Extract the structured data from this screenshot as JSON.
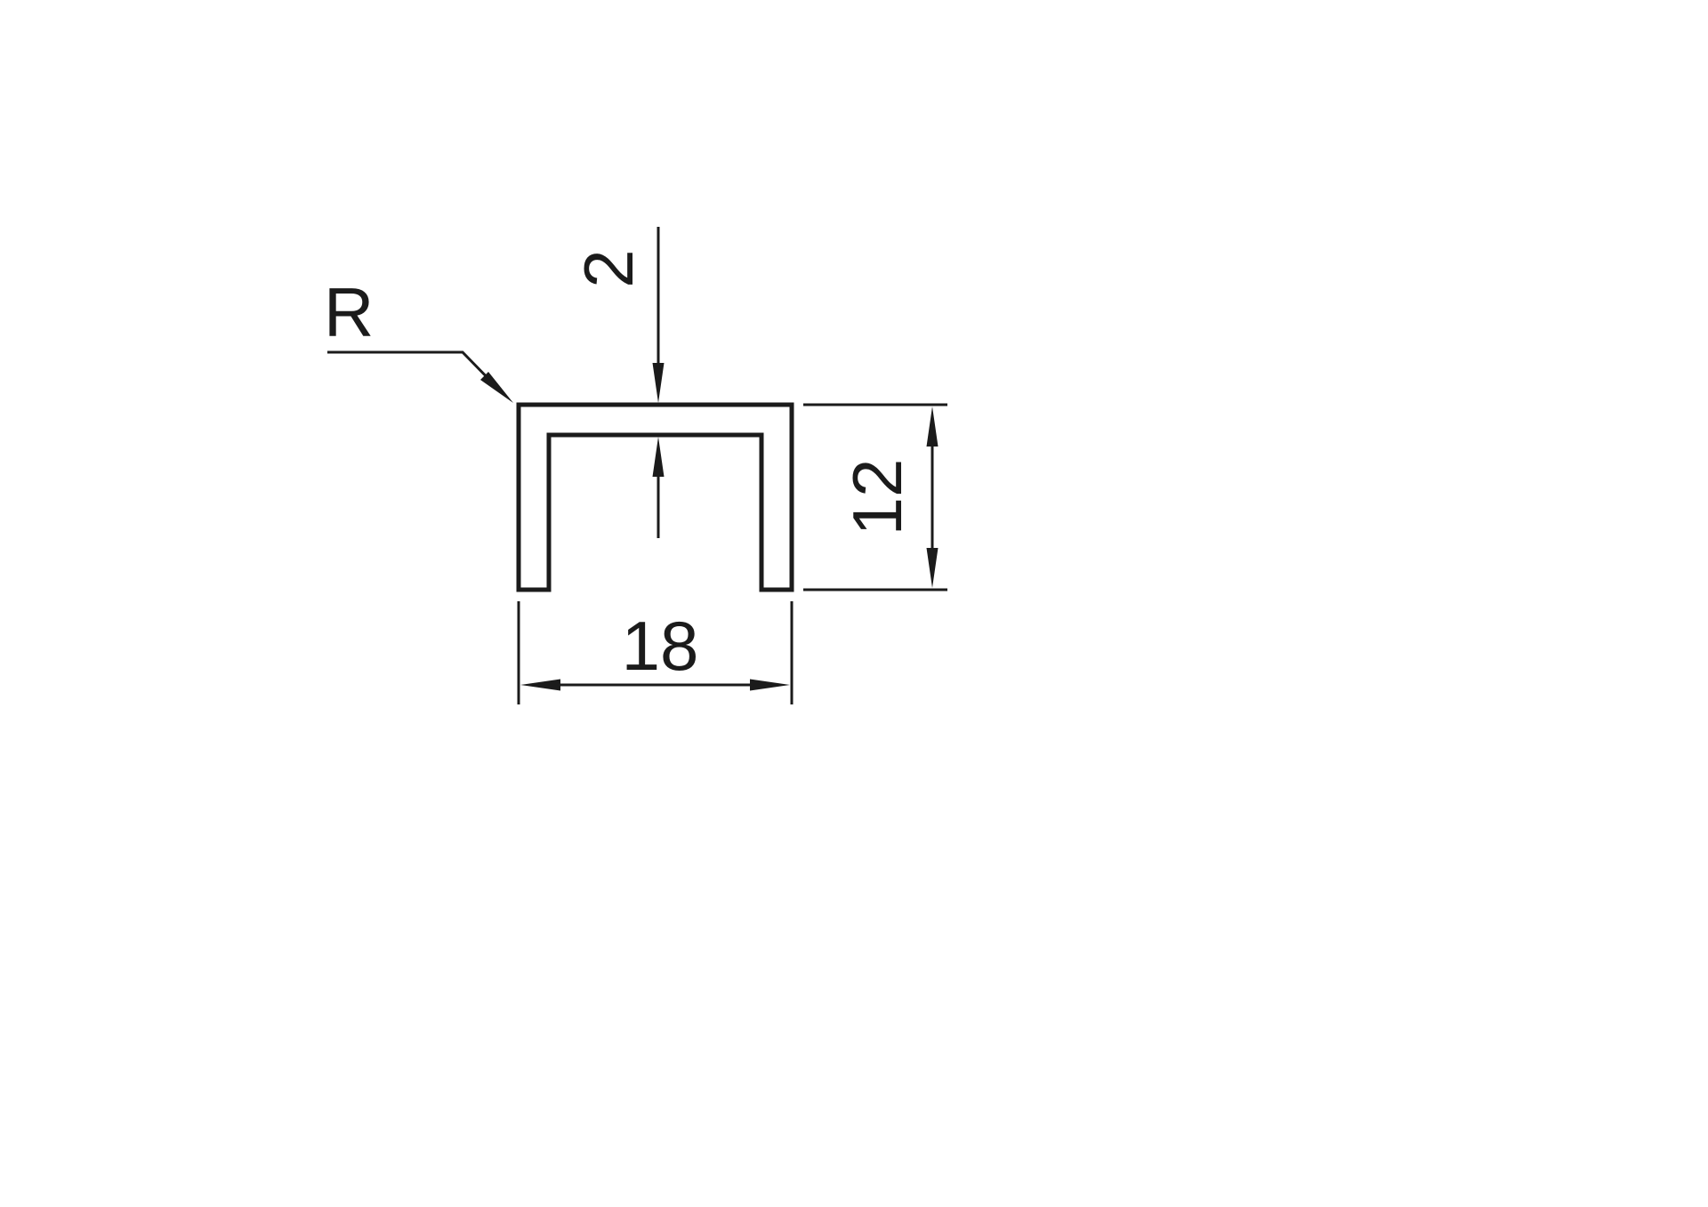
{
  "drawing": {
    "line_color": "#1b1b1b",
    "background_color": "#ffffff",
    "labels": {
      "radius": "R",
      "thickness": "2",
      "height": "12",
      "width": "18"
    }
  }
}
